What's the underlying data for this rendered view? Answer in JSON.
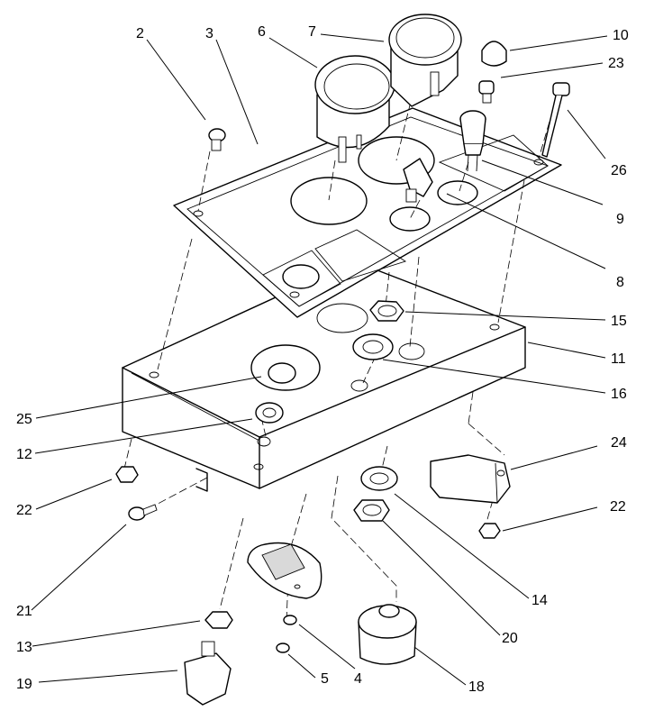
{
  "callouts": [
    {
      "id": "c2",
      "text": "2"
    },
    {
      "id": "c3",
      "text": "3"
    },
    {
      "id": "c6",
      "text": "6"
    },
    {
      "id": "c7",
      "text": "7"
    },
    {
      "id": "c10",
      "text": "10"
    },
    {
      "id": "c23",
      "text": "23"
    },
    {
      "id": "c26",
      "text": "26"
    },
    {
      "id": "c9",
      "text": "9"
    },
    {
      "id": "c8",
      "text": "8"
    },
    {
      "id": "c15",
      "text": "15"
    },
    {
      "id": "c11",
      "text": "11"
    },
    {
      "id": "c16",
      "text": "16"
    },
    {
      "id": "c25",
      "text": "25"
    },
    {
      "id": "c12",
      "text": "12"
    },
    {
      "id": "c24",
      "text": "24"
    },
    {
      "id": "c22a",
      "text": "22"
    },
    {
      "id": "c22b",
      "text": "22"
    },
    {
      "id": "c21",
      "text": "21"
    },
    {
      "id": "c14",
      "text": "14"
    },
    {
      "id": "c20",
      "text": "20"
    },
    {
      "id": "c13",
      "text": "13"
    },
    {
      "id": "c4",
      "text": "4"
    },
    {
      "id": "c5",
      "text": "5"
    },
    {
      "id": "c18",
      "text": "18"
    },
    {
      "id": "c19",
      "text": "19"
    }
  ]
}
